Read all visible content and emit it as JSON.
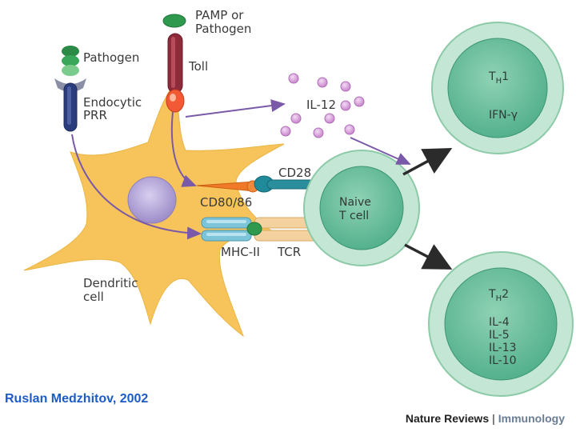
{
  "labels": {
    "pamp": [
      "PAMP or",
      "Pathogen"
    ],
    "toll": "Toll",
    "pathogen": "Pathogen",
    "endocytic_prr": [
      "Endocytic",
      "PRR"
    ],
    "il12": "IL-12",
    "cd28": "CD28",
    "cd80_86": "CD80/86",
    "mhc2": "MHC-II",
    "tcr": "TCR",
    "dendritic_cell": [
      "Dendritic",
      "cell"
    ],
    "naive_t_cell": [
      "Naive",
      "T cell"
    ],
    "th1": {
      "main": "T",
      "sub": "H",
      "suffix": "1",
      "cytokines": [
        "IFN-γ"
      ]
    },
    "th2": {
      "main": "T",
      "sub": "H",
      "suffix": "2",
      "cytokines": [
        "IL-4",
        "IL-5",
        "IL-13",
        "IL-10"
      ]
    }
  },
  "credit": "Ruslan Medzhitov, 2002",
  "journal": {
    "name": "Nature Reviews",
    "separator": "|",
    "section": "Immunology"
  },
  "colors": {
    "dendritic_cell": "#f6c45a",
    "nucleus": "#b4a6d6",
    "t_cell_outer": "#c4e6d4",
    "t_cell_inner": "#74c2a2",
    "arrow_purple": "#7a5aa8",
    "arrow_dark": "#2b2b2b",
    "il12_dot": "#d9a7dc",
    "credit": "#1d5cc6"
  }
}
